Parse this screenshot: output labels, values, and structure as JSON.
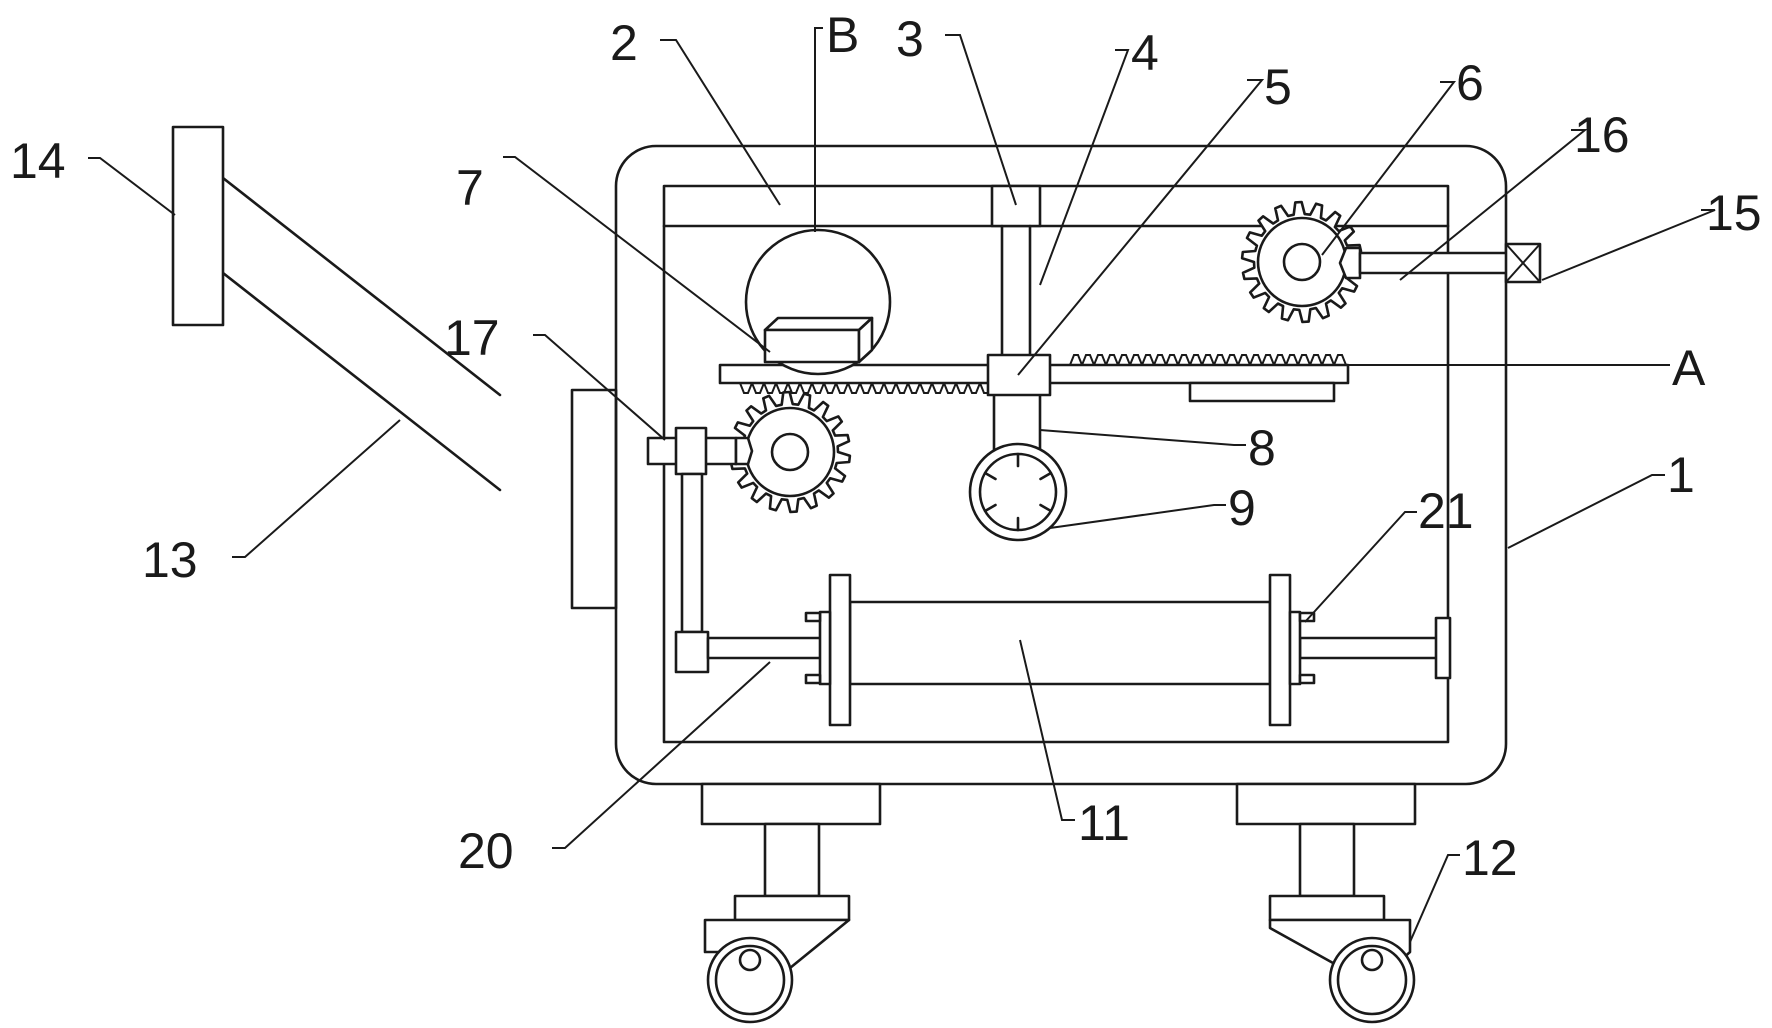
{
  "labels": {
    "l1": "1",
    "l2": "2",
    "l3": "3",
    "l4": "4",
    "l5": "5",
    "l6": "6",
    "l7": "7",
    "l8": "8",
    "l9": "9",
    "l11": "11",
    "l12": "12",
    "l13": "13",
    "l14": "14",
    "l15": "15",
    "l16": "16",
    "l17": "17",
    "l20": "20",
    "l21": "21",
    "lA": "A",
    "lB": "B"
  },
  "colors": {
    "stroke": "#1a1a1a",
    "background": "#ffffff"
  }
}
